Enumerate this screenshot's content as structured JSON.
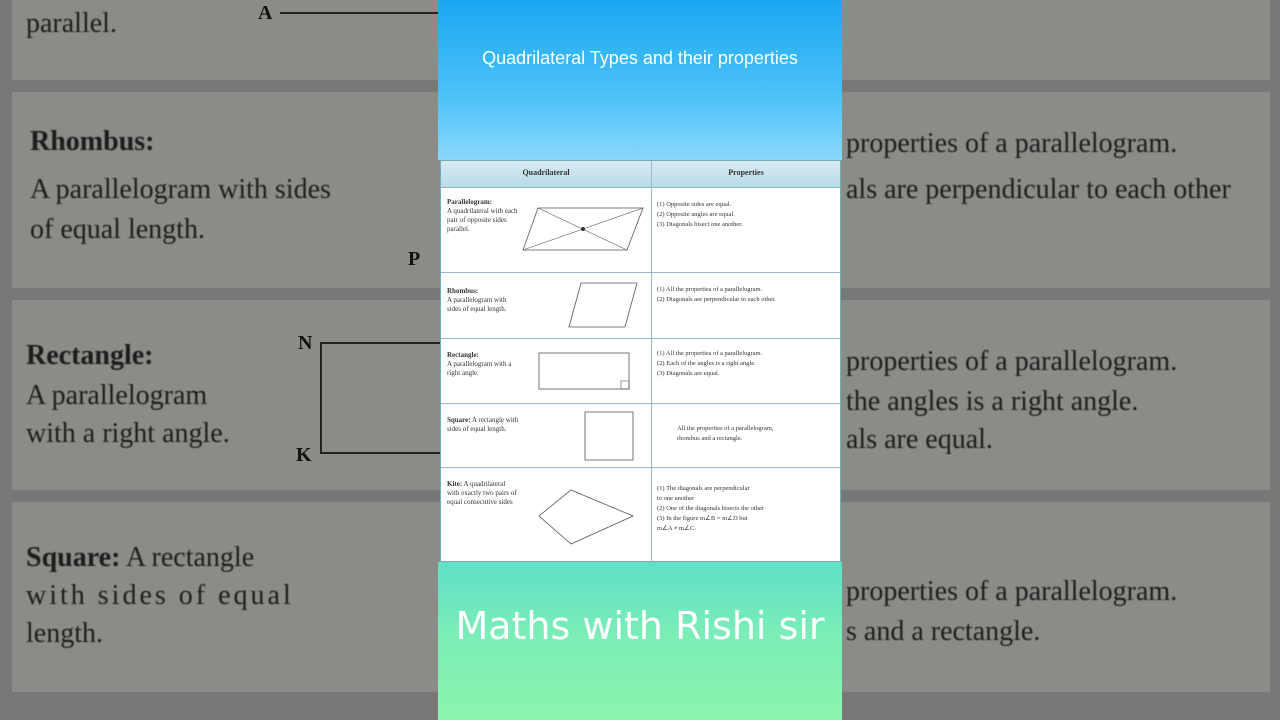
{
  "background": {
    "fragment_top": "parallel.",
    "rhombus": {
      "heading": "Rhombus:",
      "line1": "A parallelogram with sides",
      "line2": "of equal length."
    },
    "rectangle": {
      "heading": "Rectangle:",
      "line1": "A parallelogram",
      "line2": "with a right angle."
    },
    "square": {
      "heading": "Square:",
      "text": " A rectangle",
      "line2": "with sides of equal",
      "line3": "length."
    },
    "right_col": {
      "r1": "properties of a parallelogram.",
      "r2": "als are perpendicular to each other",
      "r3": "properties of a parallelogram.",
      "r4": "the angles is a right angle.",
      "r5": "als are equal.",
      "r6": "properties of a parallelogram.",
      "r7": "s and a rectangle."
    },
    "letters": {
      "a": "A",
      "p": "P",
      "n": "N",
      "k": "K"
    }
  },
  "panel": {
    "title": "Quadrilateral Types  and their properties",
    "brand": "Maths with Rishi sir",
    "colors": {
      "top": "#1aa7f0",
      "bottom": "#8af5ad"
    }
  },
  "table": {
    "headers": {
      "col1": "Quadrilateral",
      "col2": "Properties"
    },
    "rows": [
      {
        "name": "Parallelogram:",
        "desc": "A quadrilateral with each pair of opposite sides parallel.",
        "props": [
          "(1)   Opposite sides are equal.",
          "(2)   Opposite angles are equal.",
          "(3)   Diagonals bisect one another."
        ]
      },
      {
        "name": "Rhombus:",
        "desc": "A parallelogram with sides of equal length.",
        "props": [
          "(1)   All the properties of a parallelogram.",
          "(2)   Diagonals are perpendicular to each other."
        ]
      },
      {
        "name": "Rectangle:",
        "desc": "A parallelogram with a right angle.",
        "props": [
          "(1)   All the properties of a parallelogram.",
          "(2)   Each of the angles is a right angle.",
          "(3)   Diagonals are equal."
        ]
      },
      {
        "name": "Square:",
        "desc": " A rectangle with sides of equal length.",
        "props": [
          "All the properties of a parallelogram,",
          "rhombus and a rectangle."
        ]
      },
      {
        "name": "Kite:",
        "desc": " A quadrilateral with exactly two pairs of equal consecutive sides",
        "props": [
          "(1)   The diagonals are perpendicular",
          "        to one another",
          "(2)   One of the diagonals bisects the other",
          "(3)   In the figure m∠B = m∠D but",
          "        m∠A ≠ m∠C."
        ]
      }
    ]
  }
}
